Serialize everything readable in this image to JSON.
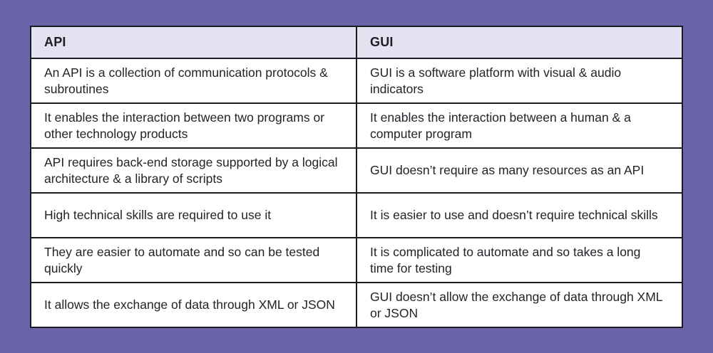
{
  "colors": {
    "page_background": "#6B64A8",
    "header_background": "#E3E2F0",
    "cell_background": "#FFFFFF",
    "border": "#1B1B22",
    "text": "#232329"
  },
  "table": {
    "columns": [
      "API",
      "GUI"
    ],
    "rows": [
      {
        "api": "An API is a collection of communication protocols & subroutines",
        "gui": "GUI is a software platform with visual & audio indicators"
      },
      {
        "api": "It enables the interaction between two programs or other technology products",
        "gui": "It enables the interaction between a human & a computer program"
      },
      {
        "api": "API requires back-end storage supported by a logical architecture & a library of scripts",
        "gui": "GUI doesn’t require as many resources as an API"
      },
      {
        "api": "High technical skills are required to use it",
        "gui": "It is easier to use and doesn’t require technical skills"
      },
      {
        "api": "They are easier to automate and so can be tested quickly",
        "gui": "It is complicated to automate and so takes a long time for testing"
      },
      {
        "api": "It allows the exchange of data through XML or JSON",
        "gui": "GUI doesn’t allow the exchange of data through XML or JSON"
      }
    ]
  }
}
